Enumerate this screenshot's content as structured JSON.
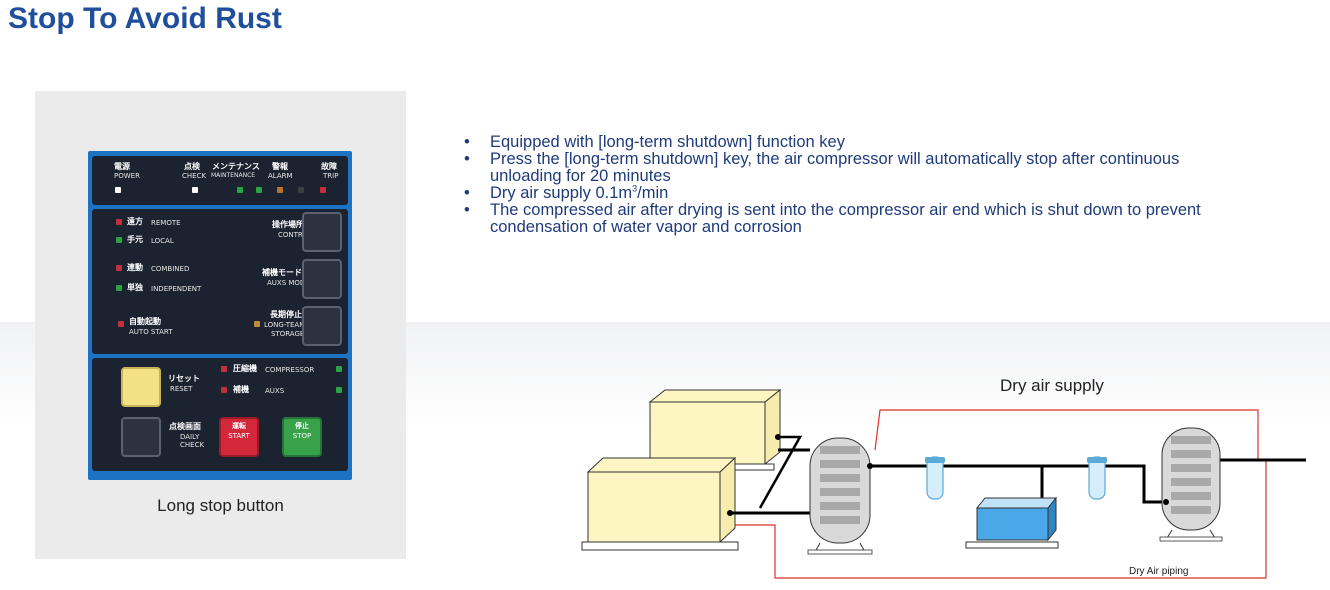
{
  "page": {
    "title": "Stop To Avoid Rust"
  },
  "panel": {
    "caption": "Long stop button",
    "power": {
      "jp": "電源",
      "en": "POWER"
    },
    "check": {
      "jp": "点検",
      "en": "CHECK"
    },
    "maintenance": {
      "jp": "メンテナンス",
      "en": "MAINTENANCE"
    },
    "alarm": {
      "jp": "警報",
      "en": "ALARM"
    },
    "trip": {
      "jp": "故障",
      "en": "TRIP"
    },
    "remote": {
      "jp": "遠方",
      "en": "REMOTE"
    },
    "local": {
      "jp": "手元",
      "en": "LOCAL"
    },
    "combined": {
      "jp": "連動",
      "en": "COMBINED"
    },
    "independent": {
      "jp": "単独",
      "en": "INDEPENDENT"
    },
    "auto_start": {
      "jp": "自動起動",
      "en": "AUTO START"
    },
    "control": {
      "jp": "操作場所",
      "en": "CONTROL"
    },
    "aux_mode": {
      "jp": "補機モード",
      "en": "AUXS MODE"
    },
    "long_term": {
      "jp": "長期停止",
      "en1": "LONG-TEAM",
      "en2": "STORAGE"
    },
    "reset": {
      "jp": "リセット",
      "en": "RESET"
    },
    "compressor": {
      "jp": "圧縮機",
      "en": "COMPRESSOR"
    },
    "auxs": {
      "jp": "補機",
      "en": "AUXS"
    },
    "daily_check": {
      "jp": "点検画面",
      "en1": "DAILY",
      "en2": "CHECK"
    },
    "start": {
      "jp": "運転",
      "en": "START"
    },
    "stop": {
      "jp": "停止",
      "en": "STOP"
    }
  },
  "bullets": {
    "b1": "Equipped with [long-term shutdown] function key",
    "b2_line1": "Press the [long-term shutdown] key, the air compressor will automatically stop after continuous",
    "b2_line2": "unloading for 20 minutes",
    "b3_pre": "Dry air supply 0.1m",
    "b3_sup": "3",
    "b3_post": "/min",
    "b4_line1": "The compressed air after drying is sent into the compressor air end which is shut down to prevent",
    "b4_line2": "condensation of water vapor and corrosion"
  },
  "diagram": {
    "title": "Dry air supply",
    "pipe_label": "Dry Air piping",
    "colors": {
      "line": "#e0302a",
      "pipe": "#000000",
      "unit": "#fdf6c3",
      "dryer": "#4aa8e8",
      "tank": "#bfbfbf"
    }
  }
}
